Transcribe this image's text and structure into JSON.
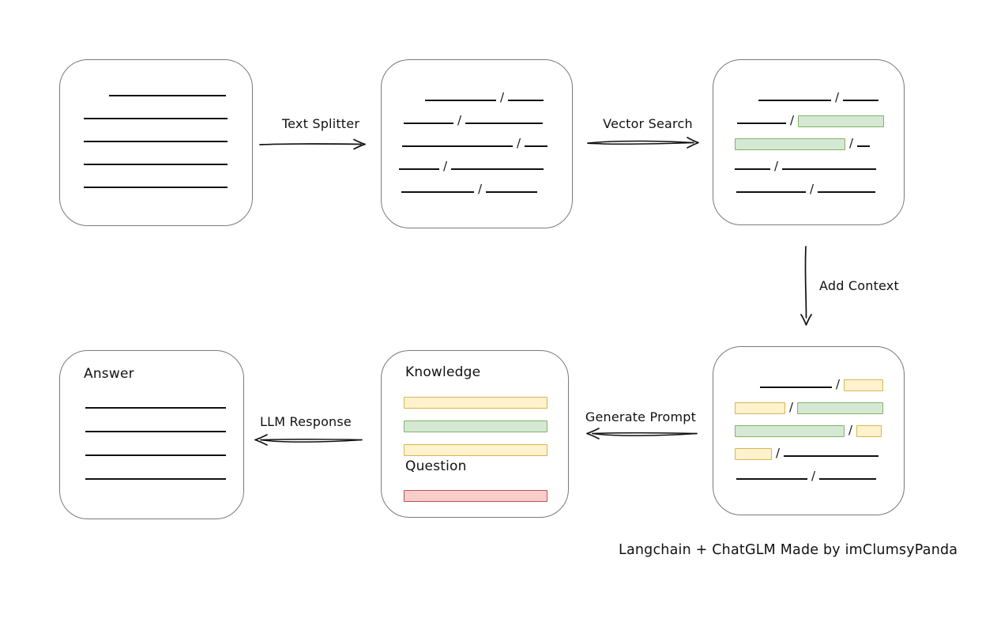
{
  "caption": "Langchain + ChatGLM Made by imClumsyPanda",
  "colors": {
    "green_fill": "#d5e8d4",
    "green_border": "#82b366",
    "yellow_fill": "#fff2cc",
    "yellow_border": "#d6b656",
    "red_fill": "#f8cecc",
    "red_border": "#b85450",
    "line_color": "#111111",
    "box_border": "#7a7a7a"
  },
  "arrows": {
    "text_splitter": {
      "label": "Text Splitter"
    },
    "vector_search": {
      "label": "Vector Search"
    },
    "add_context": {
      "label": "Add Context"
    },
    "generate_prompt": {
      "label": "Generate Prompt"
    },
    "llm_response": {
      "label": "LLM Response"
    }
  },
  "boxes": {
    "document": {
      "rows": [
        [
          {
            "t": "line",
            "w": 148,
            "ml": 62
          }
        ],
        [
          {
            "t": "line",
            "w": 182,
            "ml": 30
          }
        ],
        [
          {
            "t": "line",
            "w": 182,
            "ml": 30
          }
        ],
        [
          {
            "t": "line",
            "w": 182,
            "ml": 30
          }
        ],
        [
          {
            "t": "line",
            "w": 182,
            "ml": 30
          }
        ]
      ]
    },
    "split_chunks": {
      "rows": [
        [
          {
            "t": "line",
            "w": 90,
            "ml": 55
          },
          {
            "t": "slash"
          },
          {
            "t": "line",
            "w": 45
          }
        ],
        [
          {
            "t": "line",
            "w": 63,
            "ml": 28
          },
          {
            "t": "slash"
          },
          {
            "t": "line",
            "w": 98
          }
        ],
        [
          {
            "t": "line",
            "w": 140,
            "ml": 26
          },
          {
            "t": "slash"
          },
          {
            "t": "line",
            "w": 29
          }
        ],
        [
          {
            "t": "line",
            "w": 51,
            "ml": 22
          },
          {
            "t": "slash"
          },
          {
            "t": "line",
            "w": 117
          }
        ],
        [
          {
            "t": "line",
            "w": 92,
            "ml": 25
          },
          {
            "t": "slash"
          },
          {
            "t": "line",
            "w": 65
          }
        ]
      ]
    },
    "vector_matches": {
      "rows": [
        [
          {
            "t": "line",
            "w": 92,
            "ml": 57
          },
          {
            "t": "slash"
          },
          {
            "t": "line",
            "w": 45
          }
        ],
        [
          {
            "t": "line",
            "w": 62,
            "ml": 30
          },
          {
            "t": "slash"
          },
          {
            "t": "green",
            "w": 107
          }
        ],
        [
          {
            "t": "green",
            "w": 138,
            "ml": 27
          },
          {
            "t": "slash"
          },
          {
            "t": "line",
            "w": 16
          }
        ],
        [
          {
            "t": "line",
            "w": 45,
            "ml": 27
          },
          {
            "t": "slash"
          },
          {
            "t": "line",
            "w": 119
          }
        ],
        [
          {
            "t": "line",
            "w": 88,
            "ml": 29
          },
          {
            "t": "slash"
          },
          {
            "t": "line",
            "w": 73
          }
        ]
      ]
    },
    "context_chunks": {
      "rows": [
        [
          {
            "t": "line",
            "w": 91,
            "ml": 59
          },
          {
            "t": "slash"
          },
          {
            "t": "yellow",
            "w": 48
          }
        ],
        [
          {
            "t": "yellow",
            "w": 62,
            "ml": 27
          },
          {
            "t": "slash"
          },
          {
            "t": "green",
            "w": 107
          }
        ],
        [
          {
            "t": "green",
            "w": 137,
            "ml": 27
          },
          {
            "t": "slash"
          },
          {
            "t": "yellow",
            "w": 30
          }
        ],
        [
          {
            "t": "yellow",
            "w": 45,
            "ml": 27
          },
          {
            "t": "slash"
          },
          {
            "t": "line",
            "w": 120
          }
        ],
        [
          {
            "t": "line",
            "w": 90,
            "ml": 29
          },
          {
            "t": "slash"
          },
          {
            "t": "line",
            "w": 72
          }
        ]
      ]
    },
    "prompt": {
      "knowledge_label": "Knowledge",
      "question_label": "Question",
      "knowledge_rows": [
        [
          {
            "t": "yellow",
            "w": 180
          }
        ],
        [
          {
            "t": "green",
            "w": 180
          }
        ],
        [
          {
            "t": "yellow",
            "w": 180
          }
        ]
      ],
      "question_rows": [
        [
          {
            "t": "red",
            "w": 180
          }
        ]
      ]
    },
    "answer": {
      "label": "Answer",
      "rows": [
        [
          {
            "t": "line",
            "w": 178
          }
        ],
        [
          {
            "t": "line",
            "w": 178
          }
        ],
        [
          {
            "t": "line",
            "w": 178
          }
        ],
        [
          {
            "t": "line",
            "w": 178
          }
        ]
      ]
    }
  }
}
